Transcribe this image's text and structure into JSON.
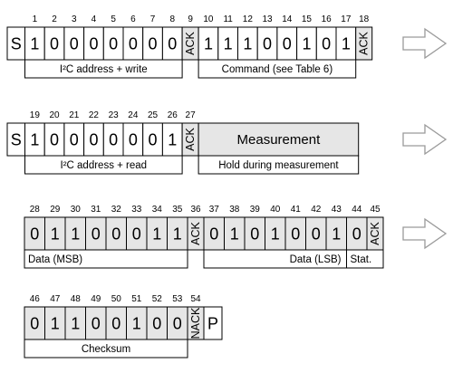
{
  "colors": {
    "line": "#000000",
    "fill": "#e6e6e6",
    "arrow": "#9a9a9a"
  },
  "icons": {
    "next_row": "right-arrow-icon"
  },
  "rows": [
    {
      "cells": [
        {
          "n": "",
          "t": "S",
          "kind": "start"
        },
        {
          "n": "1",
          "t": "1",
          "kind": "bit"
        },
        {
          "n": "2",
          "t": "0",
          "kind": "bit"
        },
        {
          "n": "3",
          "t": "0",
          "kind": "bit"
        },
        {
          "n": "4",
          "t": "0",
          "kind": "bit"
        },
        {
          "n": "5",
          "t": "0",
          "kind": "bit"
        },
        {
          "n": "6",
          "t": "0",
          "kind": "bit"
        },
        {
          "n": "7",
          "t": "0",
          "kind": "bit"
        },
        {
          "n": "8",
          "t": "0",
          "kind": "bit"
        },
        {
          "n": "9",
          "t": "ACK",
          "kind": "ack"
        },
        {
          "n": "10",
          "t": "1",
          "kind": "bit"
        },
        {
          "n": "11",
          "t": "1",
          "kind": "bit"
        },
        {
          "n": "12",
          "t": "1",
          "kind": "bit"
        },
        {
          "n": "13",
          "t": "0",
          "kind": "bit"
        },
        {
          "n": "14",
          "t": "0",
          "kind": "bit"
        },
        {
          "n": "15",
          "t": "1",
          "kind": "bit"
        },
        {
          "n": "16",
          "t": "0",
          "kind": "bit"
        },
        {
          "n": "17",
          "t": "1",
          "kind": "bit"
        },
        {
          "n": "18",
          "t": "ACK",
          "kind": "ack"
        }
      ],
      "labels": [
        {
          "text": "I²C address + write",
          "from": 1,
          "to": 8
        },
        {
          "text": "Command (see Table 6)",
          "from": 10,
          "to": 17
        }
      ],
      "continues": true
    },
    {
      "cells": [
        {
          "n": "",
          "t": "S",
          "kind": "start"
        },
        {
          "n": "19",
          "t": "1",
          "kind": "bit"
        },
        {
          "n": "20",
          "t": "0",
          "kind": "bit"
        },
        {
          "n": "21",
          "t": "0",
          "kind": "bit"
        },
        {
          "n": "22",
          "t": "0",
          "kind": "bit"
        },
        {
          "n": "23",
          "t": "0",
          "kind": "bit"
        },
        {
          "n": "24",
          "t": "0",
          "kind": "bit"
        },
        {
          "n": "25",
          "t": "0",
          "kind": "bit"
        },
        {
          "n": "26",
          "t": "1",
          "kind": "bit"
        },
        {
          "n": "27",
          "t": "ACK",
          "kind": "ack"
        },
        {
          "n": "",
          "t": "Measurement",
          "kind": "block",
          "span": 8
        }
      ],
      "labels": [
        {
          "text": "I²C address + read",
          "from": 1,
          "to": 8
        },
        {
          "text": "Hold during measurement",
          "from": 10,
          "to": 10
        }
      ],
      "continues": true
    },
    {
      "cells": [
        {
          "n": "28",
          "t": "0",
          "kind": "sbit"
        },
        {
          "n": "29",
          "t": "1",
          "kind": "sbit"
        },
        {
          "n": "30",
          "t": "1",
          "kind": "sbit"
        },
        {
          "n": "31",
          "t": "0",
          "kind": "sbit"
        },
        {
          "n": "32",
          "t": "0",
          "kind": "sbit"
        },
        {
          "n": "33",
          "t": "0",
          "kind": "sbit"
        },
        {
          "n": "34",
          "t": "1",
          "kind": "sbit"
        },
        {
          "n": "35",
          "t": "1",
          "kind": "sbit"
        },
        {
          "n": "36",
          "t": "ACK",
          "kind": "ack"
        },
        {
          "n": "37",
          "t": "0",
          "kind": "sbit"
        },
        {
          "n": "38",
          "t": "1",
          "kind": "sbit"
        },
        {
          "n": "39",
          "t": "0",
          "kind": "sbit"
        },
        {
          "n": "40",
          "t": "1",
          "kind": "sbit"
        },
        {
          "n": "41",
          "t": "0",
          "kind": "sbit"
        },
        {
          "n": "42",
          "t": "0",
          "kind": "sbit"
        },
        {
          "n": "43",
          "t": "1",
          "kind": "sbit"
        },
        {
          "n": "44",
          "t": "0",
          "kind": "sbit"
        },
        {
          "n": "45",
          "t": "ACK",
          "kind": "ack"
        }
      ],
      "labels": [
        {
          "text": "Data (MSB)",
          "from": 0,
          "to": 7,
          "align": "left"
        },
        {
          "text": "Data (LSB)",
          "from": 9,
          "to": 15,
          "align": "right"
        },
        {
          "text": "Stat.",
          "from": 16,
          "to": 17,
          "align": "left"
        }
      ],
      "continues": true
    },
    {
      "cells": [
        {
          "n": "46",
          "t": "0",
          "kind": "sbit"
        },
        {
          "n": "47",
          "t": "1",
          "kind": "sbit"
        },
        {
          "n": "48",
          "t": "1",
          "kind": "sbit"
        },
        {
          "n": "49",
          "t": "0",
          "kind": "sbit"
        },
        {
          "n": "50",
          "t": "0",
          "kind": "sbit"
        },
        {
          "n": "51",
          "t": "1",
          "kind": "sbit"
        },
        {
          "n": "52",
          "t": "0",
          "kind": "sbit"
        },
        {
          "n": "53",
          "t": "0",
          "kind": "sbit"
        },
        {
          "n": "54",
          "t": "NACK",
          "kind": "ack"
        },
        {
          "n": "",
          "t": "P",
          "kind": "stop"
        }
      ],
      "labels": [
        {
          "text": "Checksum",
          "from": 0,
          "to": 7
        }
      ],
      "continues": false
    }
  ]
}
